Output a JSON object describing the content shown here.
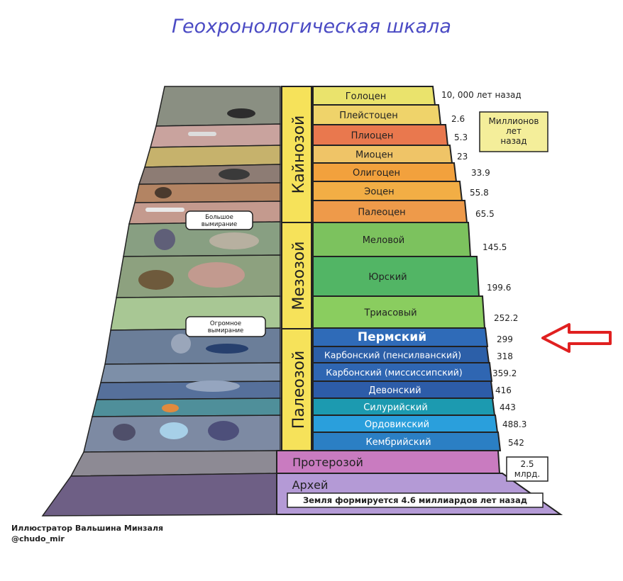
{
  "title": "Геохронологическая шкала",
  "eras": [
    {
      "name": "Кайнозой",
      "color": "#f6e25a"
    },
    {
      "name": "Мезозой",
      "color": "#f6e25a"
    },
    {
      "name": "Палеозой",
      "color": "#f6e25a"
    }
  ],
  "periods": [
    {
      "name": "Голоцен",
      "color": "#eae36c",
      "date": "10, 000 лет назад"
    },
    {
      "name": "Плейстоцен",
      "color": "#efd36a",
      "date": "2.6"
    },
    {
      "name": "Плиоцен",
      "color": "#e9784e",
      "date": "5.3"
    },
    {
      "name": "Миоцен",
      "color": "#efc467",
      "date": "23"
    },
    {
      "name": "Олигоцен",
      "color": "#f2a13d",
      "date": "33.9"
    },
    {
      "name": "Эоцен",
      "color": "#f2ae45",
      "date": "55.8"
    },
    {
      "name": "Палеоцен",
      "color": "#ee9a4a",
      "date": "65.5"
    },
    {
      "name": "Меловой",
      "color": "#7cc25e",
      "date": "145.5"
    },
    {
      "name": "Юрский",
      "color": "#52b565",
      "date": "199.6"
    },
    {
      "name": "Триасовый",
      "color": "#8acd5f",
      "date": "252.2"
    },
    {
      "name": "Пермский",
      "color": "#2f6bb8",
      "date": "299"
    },
    {
      "name": "Карбонский (пенсилванский)",
      "color": "#2c5fa8",
      "date": "318"
    },
    {
      "name": "Карбонский (миссиссипский)",
      "color": "#2f66b2",
      "date": "359.2"
    },
    {
      "name": "Девонский",
      "color": "#2d5ca8",
      "date": "416"
    },
    {
      "name": "Силурийский",
      "color": "#1c9ab0",
      "date": "443"
    },
    {
      "name": "Ордовикский",
      "color": "#2a9fdc",
      "date": "488.3"
    },
    {
      "name": "Кембрийский",
      "color": "#2b7fc4",
      "date": "542"
    }
  ],
  "proterozoic": {
    "name": "Протерозой",
    "color": "#c97bc0",
    "date": "2.5 млрд."
  },
  "archean": {
    "name": "Архей",
    "color": "#b49ad6",
    "note": "Земля формируется 4.6 миллиардов лет назад"
  },
  "million_years_label": "Миллионов лет назад",
  "extinctions": {
    "big": "Большое вымирание",
    "huge": "Огромное вымирание"
  },
  "credit": {
    "line1": "Иллюстратор Вальшина Минзаля",
    "line2": "@chudo_mir"
  },
  "arrow_color": "#e02020"
}
